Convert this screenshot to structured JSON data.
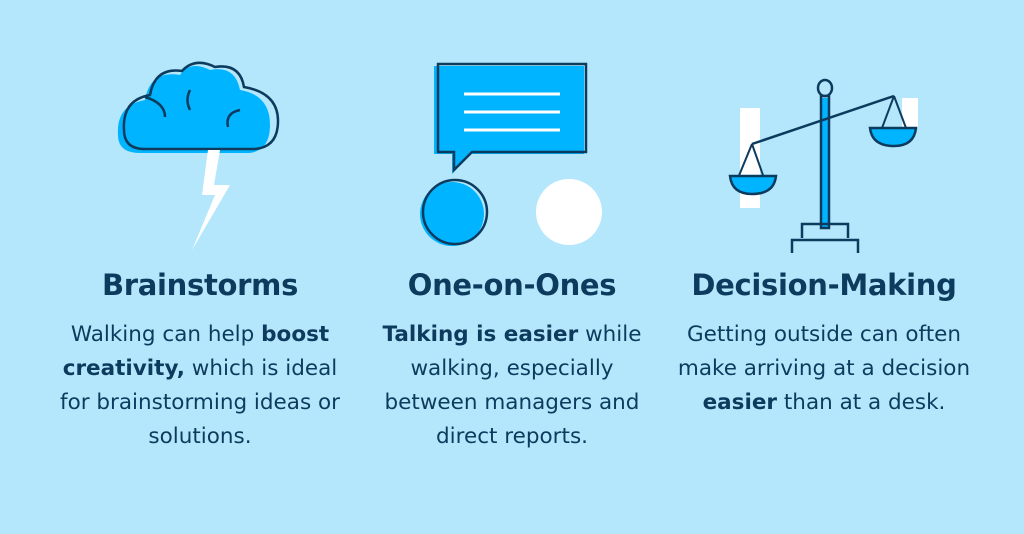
{
  "colors": {
    "background": "#b4e7fc",
    "accent": "#00b4ff",
    "dark": "#0d3b5e"
  },
  "columns": [
    {
      "icon": "storm-cloud-icon",
      "title": "Brainstorms",
      "pre": "Walking can help ",
      "bold": "boost creativity,",
      "post": " which is ideal for brainstorming ideas or solutions."
    },
    {
      "icon": "conversation-icon",
      "title": "One-on-Ones",
      "pre": "",
      "bold": "Talking is easier",
      "post": " while walking, especially between managers and direct reports."
    },
    {
      "icon": "balance-scale-icon",
      "title": "Decision-Making",
      "pre": "Getting outside can often make arriving at a decision ",
      "bold": "easier",
      "post": " than at a desk."
    }
  ]
}
